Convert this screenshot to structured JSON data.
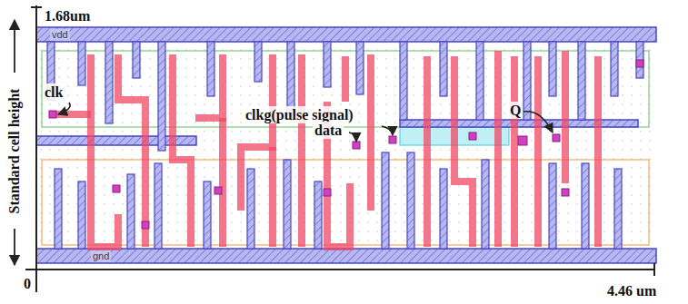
{
  "diagram": {
    "labels": [
      "1.68um",
      "vdd",
      "clk",
      "Standard cell height",
      "clkg(pulse signal)",
      "data",
      "Q",
      "gnd",
      "0",
      "4.46 um"
    ]
  }
}
